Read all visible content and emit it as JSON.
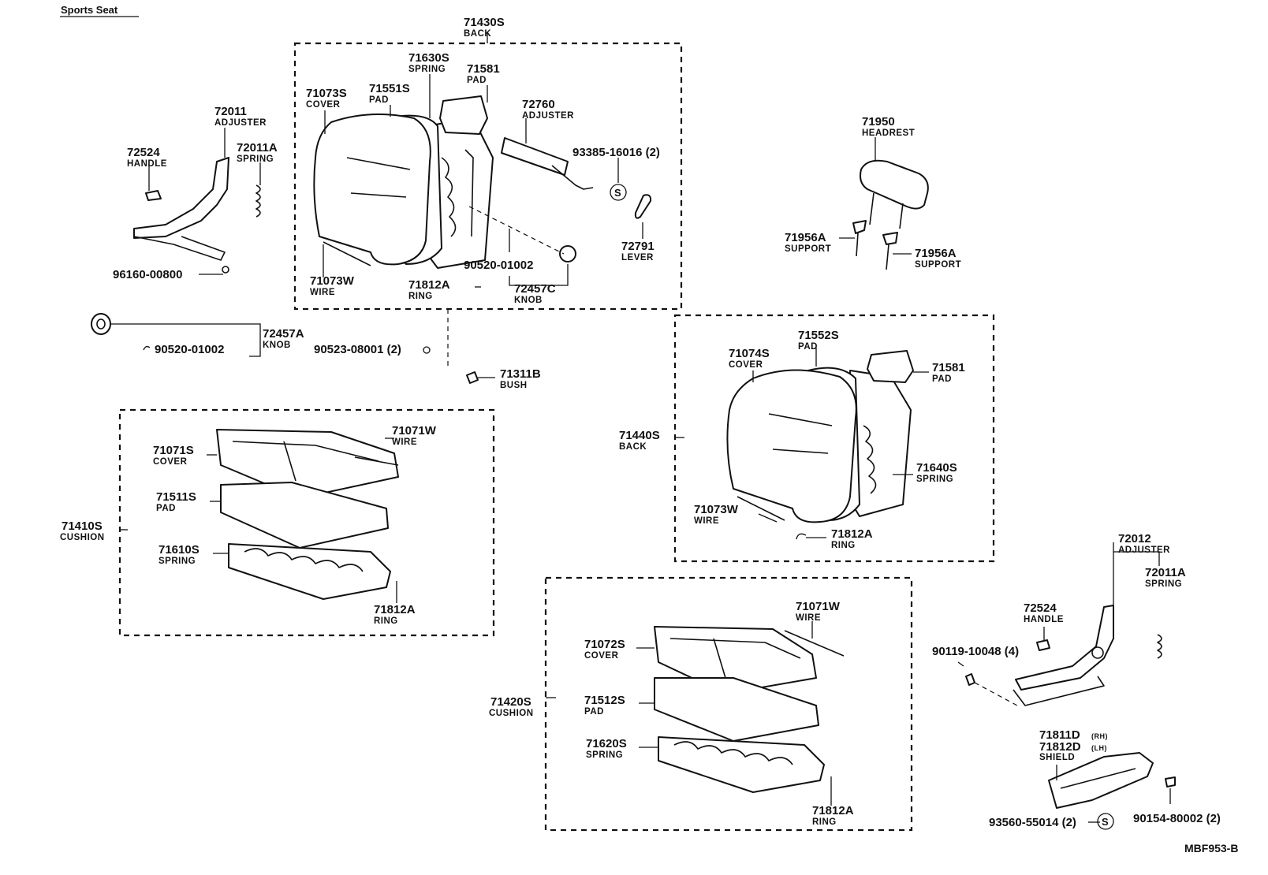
{
  "title": "Sports Seat",
  "figure_code": "MBF953-B",
  "callouts": {
    "c71430S": {
      "num": "71430S",
      "label": "BACK"
    },
    "c71630S": {
      "num": "71630S",
      "label": "SPRING"
    },
    "c71581a": {
      "num": "71581",
      "label": "PAD"
    },
    "c71073S": {
      "num": "71073S",
      "label": "COVER"
    },
    "c71551S": {
      "num": "71551S",
      "label": "PAD"
    },
    "c72760": {
      "num": "72760",
      "label": "ADJUSTER"
    },
    "c93385": {
      "num": "93385-16016 (2)"
    },
    "c72791": {
      "num": "72791",
      "label": "LEVER"
    },
    "c90520a": {
      "num": "90520-01002"
    },
    "c72457C": {
      "num": "72457C",
      "label": "KNOB"
    },
    "c71812Aa": {
      "num": "71812A",
      "label": "RING"
    },
    "c71073Wa": {
      "num": "71073W",
      "label": "WIRE"
    },
    "c72011": {
      "num": "72011",
      "label": "ADJUSTER"
    },
    "c72524a": {
      "num": "72524",
      "label": "HANDLE"
    },
    "c72011Aa": {
      "num": "72011A",
      "label": "SPRING"
    },
    "c96160": {
      "num": "96160-00800"
    },
    "c72457A": {
      "num": "72457A",
      "label": "KNOB"
    },
    "c90520b": {
      "num": "90520-01002"
    },
    "c90523": {
      "num": "90523-08001 (2)"
    },
    "c71311B": {
      "num": "71311B",
      "label": "BUSH"
    },
    "c71950": {
      "num": "71950",
      "label": "HEADREST"
    },
    "c71956Aa": {
      "num": "71956A",
      "label": "SUPPORT"
    },
    "c71956Ab": {
      "num": "71956A",
      "label": "SUPPORT"
    },
    "c71552S": {
      "num": "71552S",
      "label": "PAD"
    },
    "c71074S": {
      "num": "71074S",
      "label": "COVER"
    },
    "c71581b": {
      "num": "71581",
      "label": "PAD"
    },
    "c71440S": {
      "num": "71440S",
      "label": "BACK"
    },
    "c71640S": {
      "num": "71640S",
      "label": "SPRING"
    },
    "c71073Wb": {
      "num": "71073W",
      "label": "WIRE"
    },
    "c71812Ab": {
      "num": "71812A",
      "label": "RING"
    },
    "c71071Wa": {
      "num": "71071W",
      "label": "WIRE"
    },
    "c71071S": {
      "num": "71071S",
      "label": "COVER"
    },
    "c71511S": {
      "num": "71511S",
      "label": "PAD"
    },
    "c71410S": {
      "num": "71410S",
      "label": "CUSHION"
    },
    "c71610S": {
      "num": "71610S",
      "label": "SPRING"
    },
    "c71812Ac": {
      "num": "71812A",
      "label": "RING"
    },
    "c71071Wb": {
      "num": "71071W",
      "label": "WIRE"
    },
    "c71072S": {
      "num": "71072S",
      "label": "COVER"
    },
    "c71512S": {
      "num": "71512S",
      "label": "PAD"
    },
    "c71420S": {
      "num": "71420S",
      "label": "CUSHION"
    },
    "c71620S": {
      "num": "71620S",
      "label": "SPRING"
    },
    "c71812Ad": {
      "num": "71812A",
      "label": "RING"
    },
    "c72012": {
      "num": "72012",
      "label": "ADJUSTER"
    },
    "c72011Ab": {
      "num": "72011A",
      "label": "SPRING"
    },
    "c72524b": {
      "num": "72524",
      "label": "HANDLE"
    },
    "c90119": {
      "num": "90119-10048 (4)"
    },
    "c71811D": {
      "num": "71811D",
      "suffix": "(RH)"
    },
    "c71812D": {
      "num": "71812D",
      "suffix": "(LH)",
      "label": "SHIELD"
    },
    "c93560": {
      "num": "93560-55014 (2)"
    },
    "c90154": {
      "num": "90154-80002 (2)"
    }
  },
  "symbols": {
    "s": "S"
  }
}
